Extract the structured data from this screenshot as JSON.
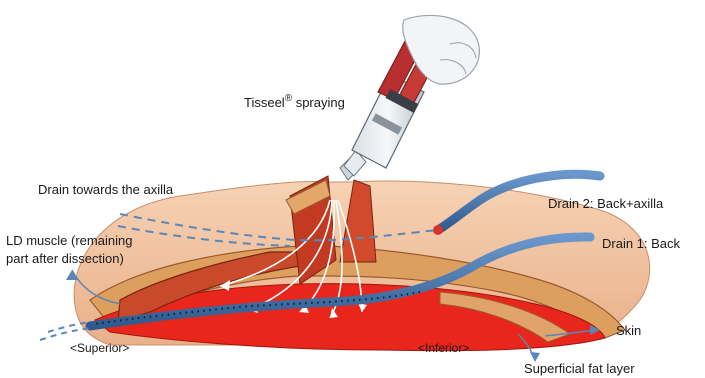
{
  "labels": {
    "spray": "Tisseel",
    "spray_mark": "®",
    "spray_suffix": " spraying",
    "drain_axilla": "Drain towards the axilla",
    "drain2": "Drain 2: Back+axilla",
    "drain1": "Drain 1: Back",
    "ld_line1": "LD muscle (remaining",
    "ld_line2": "part after dissection)",
    "superior": "<Superior>",
    "inferior": "<Inferior>",
    "skin": "Skin",
    "fat": "Superficial fat layer"
  },
  "colors": {
    "skin": "#f2c2a0",
    "fat": "#e0a86a",
    "muscle": "#c8331e",
    "cavity": "#e8231a",
    "drain": "#4a78b0",
    "leader": "#5b86b8",
    "text": "#1a1a1a"
  }
}
